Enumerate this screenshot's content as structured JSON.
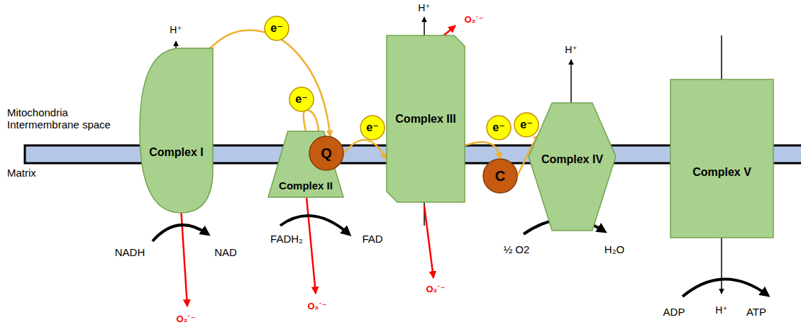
{
  "diagram": {
    "nodes": [
      {
        "text": [
          "Complex I"
        ]
      },
      {
        "text": [
          "e⁻"
        ]
      },
      {
        "text": [
          "e⁻"
        ]
      },
      {
        "text": [
          "Complex II"
        ]
      },
      {
        "text": [
          "Q"
        ]
      },
      {
        "text": [
          "e⁻"
        ]
      },
      {
        "text": [
          "Complex III"
        ]
      },
      {
        "text": [
          "e⁻"
        ]
      },
      {
        "text": [
          "e⁻"
        ]
      },
      {
        "text": [
          "C"
        ]
      },
      {
        "text": [
          "Complex IV"
        ]
      },
      {
        "text": [
          "Complex V"
        ]
      }
    ],
    "edges": [
      {
        "from": 0,
        "to": 4,
        "arrow": "to"
      },
      {
        "from": 3,
        "to": 4,
        "arrow": "to"
      },
      {
        "from": 4,
        "to": 6,
        "arrow": "to"
      },
      {
        "from": 6,
        "to": 9,
        "arrow": "to"
      },
      {
        "from": 9,
        "to": 10,
        "arrow": "to"
      }
    ],
    "labels": [
      "Mitochondria Intermembrane space",
      "Matrix",
      "H⁺",
      "H⁺",
      "O₂˙⁻",
      "H⁺",
      "NADH",
      "NAD",
      "FADH₂",
      "FAD",
      "O₂˙⁻",
      "½ O2",
      "H₂O",
      "O₂˙⁻",
      "O₂˙⁻",
      "ADP",
      "H⁺",
      "ATP"
    ]
  }
}
